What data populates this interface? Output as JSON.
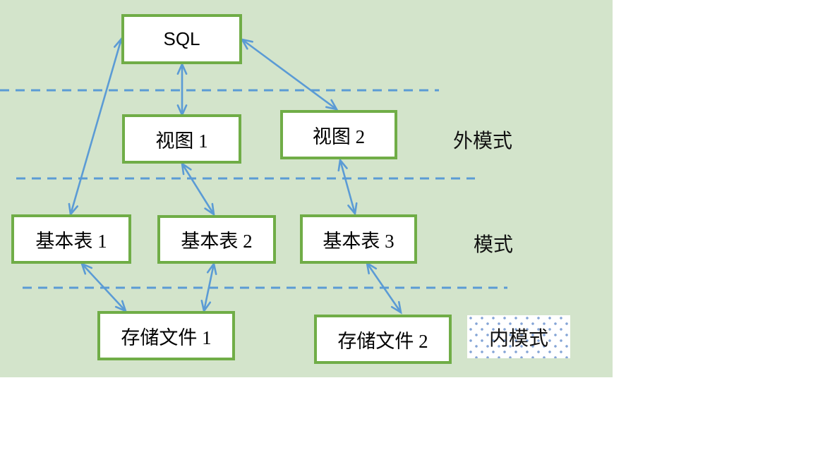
{
  "diagram": {
    "title_hint": "database three-schema architecture",
    "nodes": {
      "sql": {
        "label": "SQL"
      },
      "view1": {
        "label": "视图 1"
      },
      "view2": {
        "label": "视图 2"
      },
      "table1": {
        "label": "基本表 1"
      },
      "table2": {
        "label": "基本表 2"
      },
      "table3": {
        "label": "基本表 3"
      },
      "file1": {
        "label": "存储文件 1"
      },
      "file2": {
        "label": "存储文件 2"
      }
    },
    "layer_labels": {
      "external": "外模式",
      "conceptual": "模式",
      "internal": "内模式"
    },
    "edges": [
      {
        "from": "sql",
        "to": "table1"
      },
      {
        "from": "sql",
        "to": "view1"
      },
      {
        "from": "sql",
        "to": "view2"
      },
      {
        "from": "view1",
        "to": "table2"
      },
      {
        "from": "view2",
        "to": "table3"
      },
      {
        "from": "table1",
        "to": "file1"
      },
      {
        "from": "table2",
        "to": "file1"
      },
      {
        "from": "table3",
        "to": "file2"
      }
    ],
    "dividers_count": 3,
    "colors": {
      "background": "#d3e4cb",
      "node_border": "#70ad47",
      "node_fill": "#ffffff",
      "connector_blue": "#5b9bd5",
      "dot_pattern_blue": "#84a4d6",
      "text": "#000000"
    }
  }
}
